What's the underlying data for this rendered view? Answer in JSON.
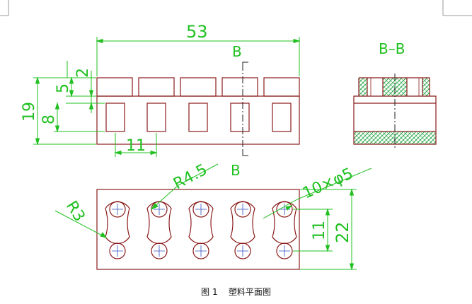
{
  "drawing": {
    "dimensions": {
      "overall_width": "53",
      "top_height": "5",
      "top_gap": "2",
      "total_height": "19",
      "window_height": "8",
      "pitch": "11",
      "hole_pitch": "11",
      "body_height": "22",
      "outer_radius": "R4.5",
      "inner_radius": "R3",
      "hole_callout": "10×φ5"
    },
    "section_mark_top": "B",
    "section_mark_bottom": "B",
    "section_title": "B–B"
  },
  "caption": {
    "figure_no": "图 1",
    "title": "塑料平面图"
  },
  "colors": {
    "outline": "#8b1a1a",
    "dimension": "#20c020",
    "hatch": "#2aa84a",
    "center_line": "#3050c0",
    "section_line": "#222222"
  }
}
